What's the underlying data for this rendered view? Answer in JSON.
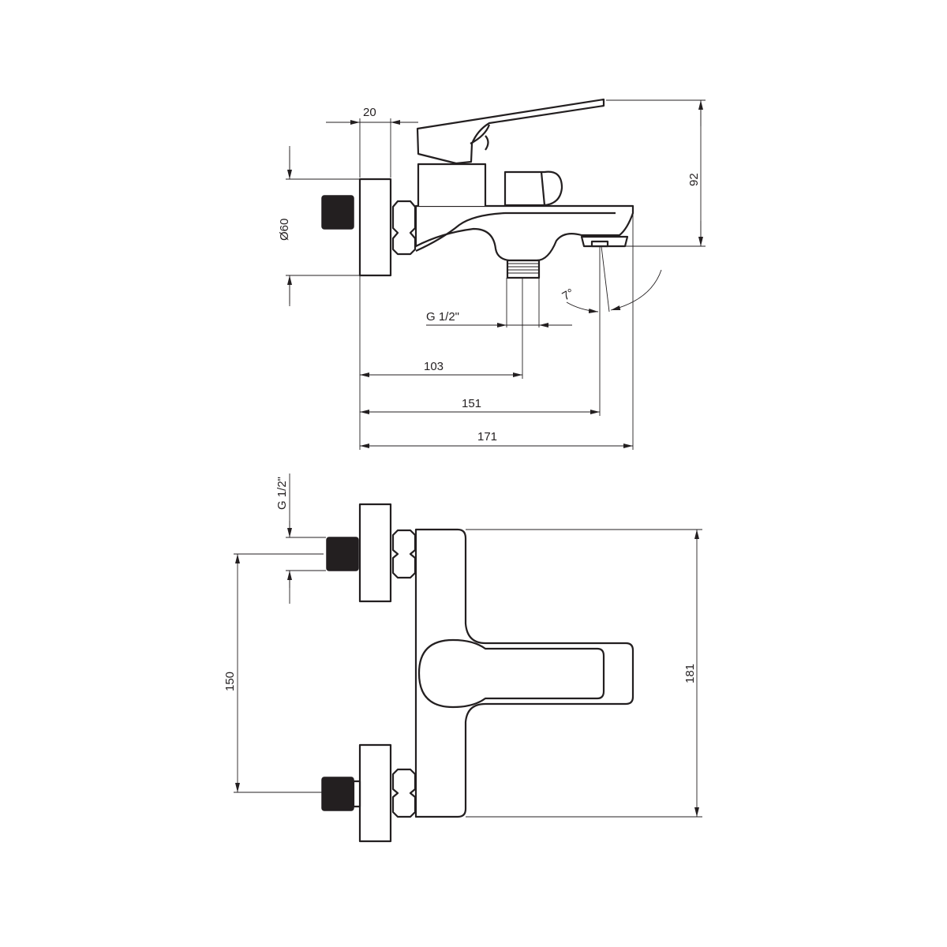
{
  "side_view": {
    "dim_flange": "20",
    "dim_rosette_diameter": "Ø60",
    "dim_height": "92",
    "dim_outlet_thread": "G 1/2\"",
    "dim_outlet_distance": "103",
    "dim_spout_distance": "151",
    "dim_total_depth": "171",
    "dim_spout_angle": "7°"
  },
  "front_view": {
    "dim_inlet_thread": "G 1/2\"",
    "dim_inlet_spacing": "150",
    "dim_total_height": "181"
  },
  "colors": {
    "line": "#231f20",
    "background": "#ffffff"
  }
}
